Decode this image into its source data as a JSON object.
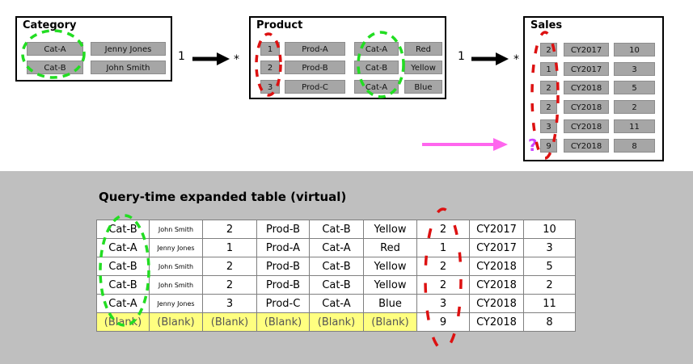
{
  "category": {
    "title": "Category",
    "rows": [
      [
        "Cat-A",
        "Jenny Jones"
      ],
      [
        "Cat-B",
        "John Smith"
      ]
    ]
  },
  "product": {
    "title": "Product",
    "rows": [
      [
        "1",
        "Prod-A",
        "Cat-A",
        "Red"
      ],
      [
        "2",
        "Prod-B",
        "Cat-B",
        "Yellow"
      ],
      [
        "3",
        "Prod-C",
        "Cat-A",
        "Blue"
      ]
    ]
  },
  "sales": {
    "title": "Sales",
    "rows": [
      [
        "2",
        "CY2017",
        "10"
      ],
      [
        "1",
        "CY2017",
        "3"
      ],
      [
        "2",
        "CY2018",
        "5"
      ],
      [
        "2",
        "CY2018",
        "2"
      ],
      [
        "3",
        "CY2018",
        "11"
      ],
      [
        "9",
        "CY2018",
        "8"
      ]
    ]
  },
  "relationships": {
    "cat_prod": {
      "one": "1",
      "many": "*"
    },
    "prod_sales": {
      "one": "1",
      "many": "*"
    }
  },
  "question_mark": "?",
  "colors": {
    "green": "#22dd22",
    "red": "#dd1111",
    "magenta": "#ff66ee",
    "yellow": "#ffff80",
    "gray_cell": "#a6a6a6",
    "gray_bg": "#bfbfbf"
  },
  "expanded": {
    "title": "Query-time expanded table (virtual)",
    "rows": [
      [
        "Cat-B",
        "John Smith",
        "2",
        "Prod-B",
        "Cat-B",
        "Yellow",
        "2",
        "CY2017",
        "10"
      ],
      [
        "Cat-A",
        "Jenny Jones",
        "1",
        "Prod-A",
        "Cat-A",
        "Red",
        "1",
        "CY2017",
        "3"
      ],
      [
        "Cat-B",
        "John Smith",
        "2",
        "Prod-B",
        "Cat-B",
        "Yellow",
        "2",
        "CY2018",
        "5"
      ],
      [
        "Cat-B",
        "John Smith",
        "2",
        "Prod-B",
        "Cat-B",
        "Yellow",
        "2",
        "CY2018",
        "2"
      ],
      [
        "Cat-A",
        "Jenny Jones",
        "3",
        "Prod-C",
        "Cat-A",
        "Blue",
        "3",
        "CY2018",
        "11"
      ],
      [
        "(Blank)",
        "(Blank)",
        "(Blank)",
        "(Blank)",
        "(Blank)",
        "(Blank)",
        "9",
        "CY2018",
        "8"
      ]
    ]
  }
}
